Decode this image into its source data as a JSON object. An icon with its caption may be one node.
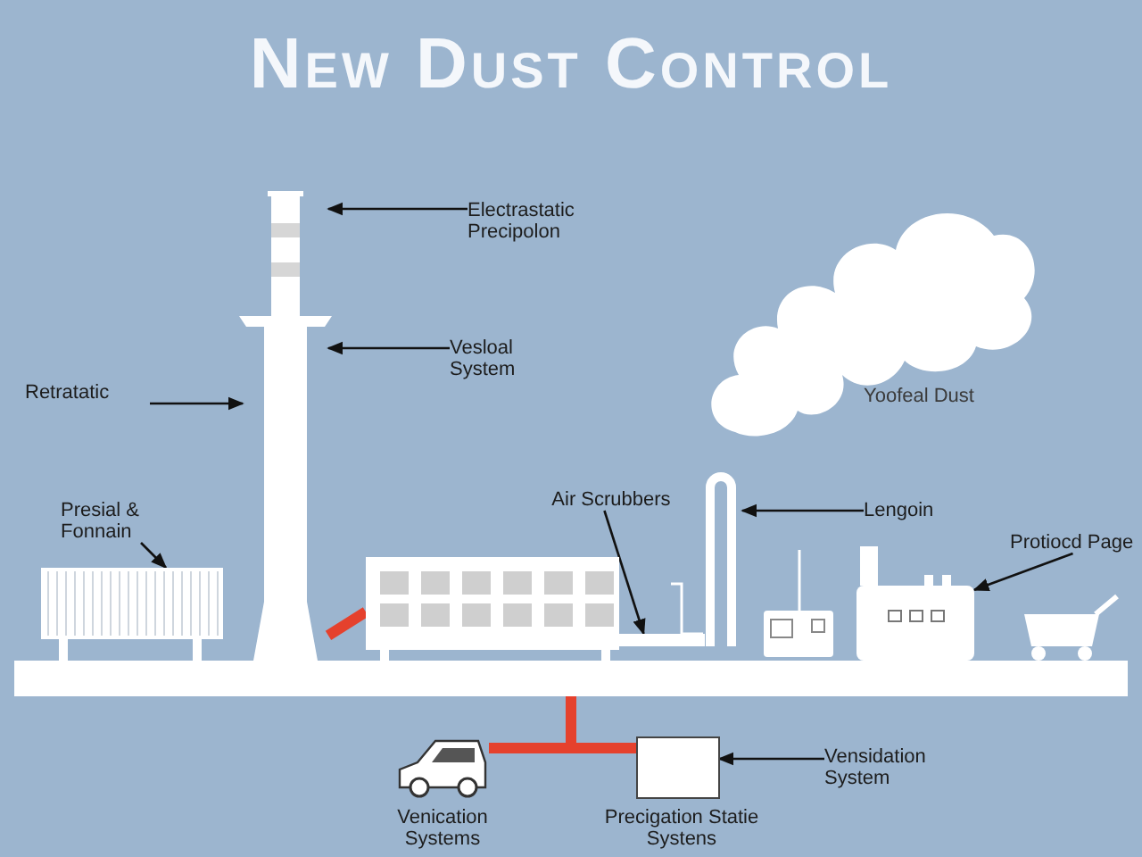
{
  "diagram": {
    "title": "New Dust Control",
    "nodes": [
      {
        "text": [],
        "shape": "picture"
      },
      {
        "text": [
          "Electrastatic Precipolon"
        ]
      },
      {
        "text": [
          "Vesloal System"
        ]
      },
      {
        "text": [
          "Retratatic"
        ]
      },
      {
        "text": [
          "Presial & Fonnain"
        ]
      },
      {
        "text": [],
        "shape": "picture"
      },
      {
        "text": [],
        "shape": "picture"
      },
      {
        "text": [
          "Air Scrubbers"
        ]
      },
      {
        "text": [],
        "shape": "picture"
      },
      {
        "text": [
          "Lengoin"
        ]
      },
      {
        "text": [],
        "shape": "picture"
      },
      {
        "text": [
          "Protiocd Page"
        ]
      },
      {
        "text": [],
        "shape": "picture"
      },
      {
        "text": [],
        "shape": "picture"
      },
      {
        "text": [],
        "shape": "bar"
      },
      {
        "text": [],
        "shape": "picture",
        "beside": [
          "Venication Systems"
        ]
      },
      {
        "text": [],
        "shape": "box",
        "beside": [
          "Precigation Statie Systens"
        ]
      },
      {
        "text": [
          "Vensidation System"
        ]
      },
      {
        "text": [],
        "shape": "cloud"
      },
      {
        "text": [],
        "shape": "bar"
      }
    ],
    "edges": [
      {
        "from": 1,
        "to": 0,
        "arrow": "to"
      },
      {
        "from": 2,
        "to": 0,
        "arrow": "to"
      },
      {
        "from": 3,
        "to": 0,
        "arrow": "to"
      },
      {
        "from": 4,
        "to": 5,
        "arrow": "to"
      },
      {
        "from": 7,
        "to": 19,
        "arrow": "to"
      },
      {
        "from": 9,
        "to": 8,
        "arrow": "to"
      },
      {
        "from": 11,
        "to": 12,
        "arrow": "to"
      },
      {
        "from": 17,
        "to": 16,
        "arrow": "to"
      },
      {
        "from": 0,
        "to": 6,
        "arrow": "none",
        "style": "thick",
        "color": "#e5412d"
      },
      {
        "from": 14,
        "to": 15,
        "arrow": "none",
        "style": "thick",
        "color": "#e5412d"
      },
      {
        "from": 14,
        "to": 16,
        "arrow": "none",
        "style": "thick",
        "color": "#e5412d"
      }
    ],
    "labels": [
      "Yoofeal Dust"
    ]
  }
}
